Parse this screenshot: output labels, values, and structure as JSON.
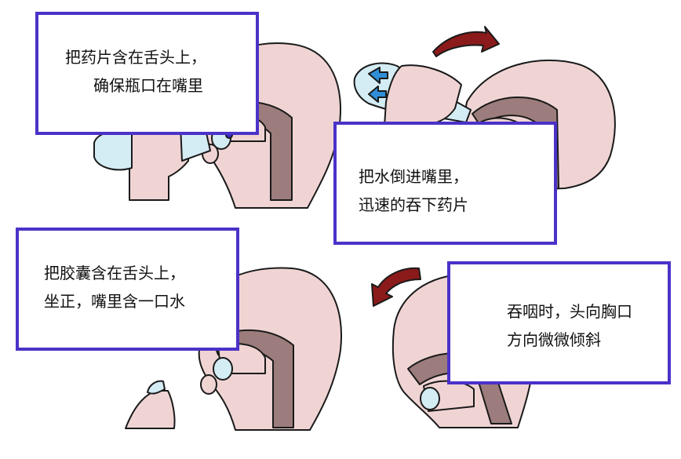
{
  "panels": [
    {
      "line1": "把药片含在舌头上，",
      "line2": "确保瓶口在嘴里"
    },
    {
      "line1": "把水倒进嘴里，",
      "line2": "迅速的吞下药片"
    },
    {
      "line1": "把胶囊含在舌头上，",
      "line2": "坐正，嘴里含一口水"
    },
    {
      "line1": "吞咽时，头向胸口",
      "line2": "方向微微倾斜"
    }
  ],
  "colors": {
    "frame": "#4b32c8",
    "skin": "#f0d4d4",
    "tissue": "#9c7c7c",
    "bottle": "#d4ecf4",
    "arrow_dark_red": "#8b1a1a",
    "arrow_blue": "#2f8ed8"
  }
}
